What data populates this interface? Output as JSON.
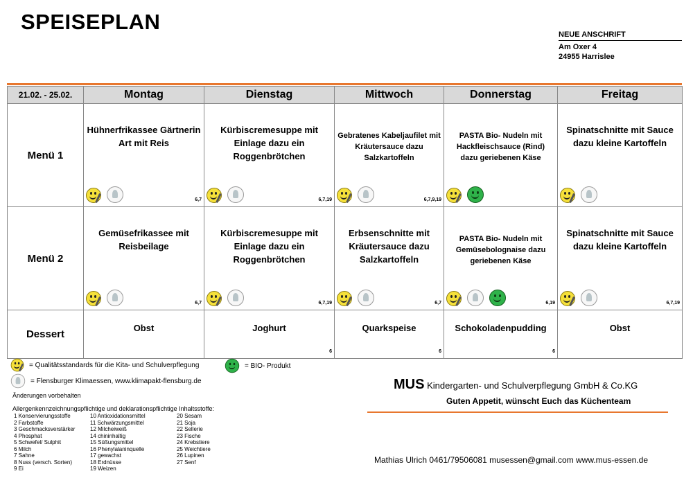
{
  "title": "SPEISEPLAN",
  "address": {
    "header": "NEUE ANSCHRIFT",
    "street": "Am Oxer 4",
    "city": "24955 Harrislee"
  },
  "week": "21.02. - 25.02.",
  "days": [
    "Montag",
    "Dienstag",
    "Mittwoch",
    "Donnerstag",
    "Freitag"
  ],
  "menu1": {
    "label": "Menü 1",
    "cells": [
      {
        "dish": "Hühnerfrikassee Gärtnerin Art mit Reis",
        "allergens": "6,7",
        "icons": [
          "quality-smiley-icon",
          "klima-icon"
        ]
      },
      {
        "dish": "Kürbiscremesuppe mit Einlage dazu ein Roggenbrötchen",
        "allergens": "6,7,19",
        "icons": [
          "quality-smiley-icon",
          "klima-icon"
        ]
      },
      {
        "dish": "Gebratenes Kabeljaufilet mit Kräutersauce dazu Salzkartoffeln",
        "allergens": "6,7,9,19",
        "icons": [
          "quality-smiley-icon",
          "klima-icon"
        ]
      },
      {
        "dish": "PASTA Bio- Nudeln mit Hackfleischsauce (Rind) dazu geriebenen Käse",
        "allergens": "",
        "icons": [
          "quality-smiley-icon",
          "bio-icon"
        ]
      },
      {
        "dish": "Spinatschnitte mit Sauce dazu kleine Kartoffeln",
        "allergens": "",
        "icons": [
          "quality-smiley-icon",
          "klima-icon"
        ]
      }
    ]
  },
  "menu2": {
    "label": "Menü 2",
    "cells": [
      {
        "dish": "Gemüsefrikassee mit Reisbeilage",
        "allergens": "6,7",
        "icons": [
          "quality-smiley-icon",
          "klima-icon"
        ]
      },
      {
        "dish": "Kürbiscremesuppe mit Einlage dazu ein Roggenbrötchen",
        "allergens": "6,7,19",
        "icons": [
          "quality-smiley-icon",
          "klima-icon"
        ]
      },
      {
        "dish": "Erbsenschnitte mit Kräutersauce dazu Salzkartoffeln",
        "allergens": "6,7",
        "icons": [
          "quality-smiley-icon",
          "klima-icon"
        ]
      },
      {
        "dish": "PASTA Bio- Nudeln mit Gemüsebolognaise dazu geriebenen Käse",
        "allergens": "6,19",
        "icons": [
          "quality-smiley-icon",
          "klima-icon",
          "bio-icon"
        ]
      },
      {
        "dish": "Spinatschnitte mit Sauce dazu kleine Kartoffeln",
        "allergens": "6,7,19",
        "icons": [
          "quality-smiley-icon",
          "klima-icon"
        ]
      }
    ]
  },
  "dessert": {
    "label": "Dessert",
    "cells": [
      {
        "dish": "Obst",
        "allergens": ""
      },
      {
        "dish": "Joghurt",
        "allergens": "6"
      },
      {
        "dish": "Quarkspeise",
        "allergens": "6"
      },
      {
        "dish": "Schokoladenpudding",
        "allergens": "6"
      },
      {
        "dish": "Obst",
        "allergens": ""
      }
    ]
  },
  "legend": {
    "quality": "= Qualitätsstandards für die Kita- und Schulverpflegung",
    "bio": "= BIO- Produkt",
    "klima": "= Flensburger Klimaessen, www.klimapakt-flensburg.de"
  },
  "notes": {
    "changes": "Änderungen vorbehalten",
    "allergen_title": "Allergenkennzeichnungspflichtige und deklarationspflichtige Inhaltsstoffe:"
  },
  "allergen_columns": [
    [
      "1 Konservierungsstoffe",
      "2 Farbstoffe",
      "3 Geschmacksverstärker",
      "4 Phosphat",
      "5 Schwefel/ Sulphit",
      "6 Milch",
      "7 Sahne",
      "8 Nuss (versch. Sorten)",
      "9 Ei"
    ],
    [
      "10 Antioxidationsmittel",
      "11 Schwärzungsmittel",
      "12 Milcheiweiß",
      "14 chininhaltig",
      "15 Süßungsmittel",
      "16 Phenylalaninquelle",
      "17 gewachst",
      "18 Erdnüsse",
      "19 Weizen"
    ],
    [
      "20 Sesam",
      "21 Soja",
      "22 Sellerie",
      "23 Fische",
      "24 Krebstiere",
      "25 Weichtiere",
      "26 Lupinen",
      "27 Senf"
    ]
  ],
  "company": {
    "brand": "MUS",
    "name": "Kindergarten- und Schulverpflegung GmbH & Co.KG",
    "greeting": "Guten Appetit, wünscht Euch das Küchenteam",
    "contact": "Mathias Ulrich  0461/79506081  musessen@gmail.com www.mus-essen.de"
  }
}
